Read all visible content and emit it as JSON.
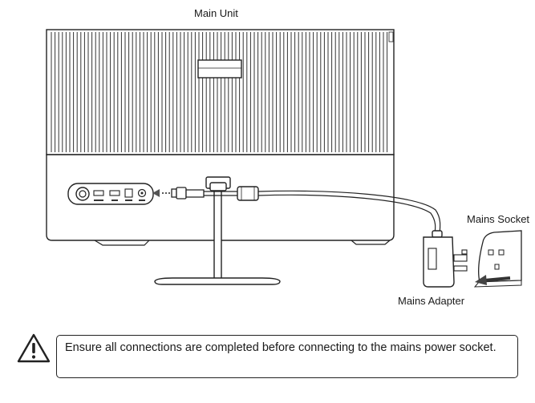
{
  "labels": {
    "main_unit": "Main Unit",
    "mains_socket": "Mains Socket",
    "mains_adapter": "Mains Adapter"
  },
  "warning": {
    "text": "Ensure all connections are completed before connecting to the mains power socket.",
    "icon": "warning-triangle-icon"
  },
  "ports": [
    "headphone-jack",
    "hdmi-port",
    "displayport-port",
    "usb-port",
    "dc-in-port"
  ],
  "colors": {
    "line": "#222222",
    "paper": "#ffffff"
  }
}
